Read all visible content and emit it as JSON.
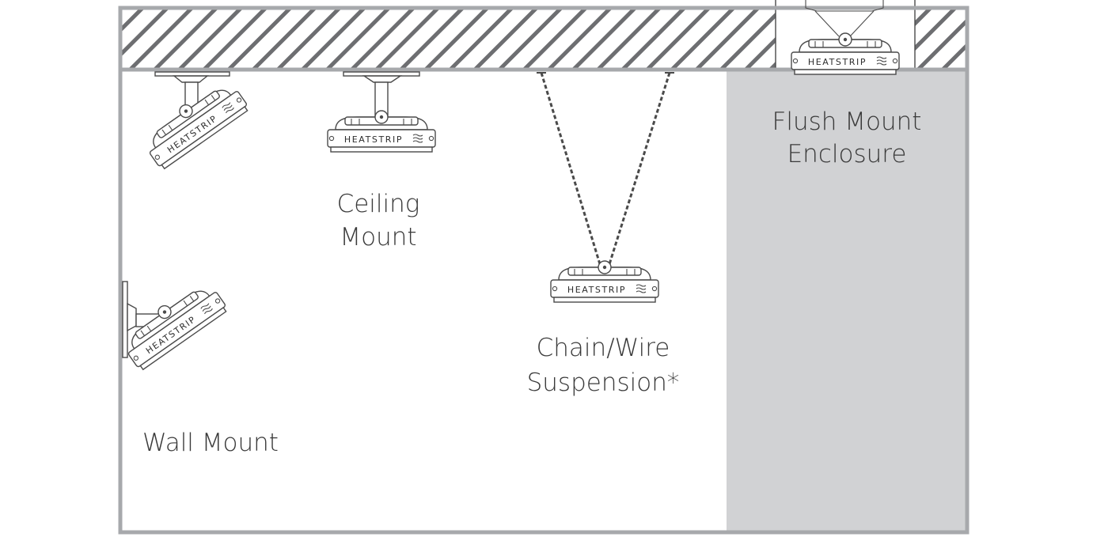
{
  "diagram": {
    "brand_text": "HEATSTRIP",
    "labels": {
      "wall_mount": "Wall Mount",
      "ceiling_mount_line1": "Ceiling",
      "ceiling_mount_line2": "Mount",
      "chain_line1": "Chain/Wire",
      "chain_line2": "Suspension*",
      "flush_line1": "Flush Mount",
      "flush_line2": "Enclosure"
    },
    "colors": {
      "frame": "#a7a9ac",
      "enclosure_fill": "#d1d2d4",
      "hatch": "#6d6e71",
      "ink": "#3a3a3a"
    }
  }
}
